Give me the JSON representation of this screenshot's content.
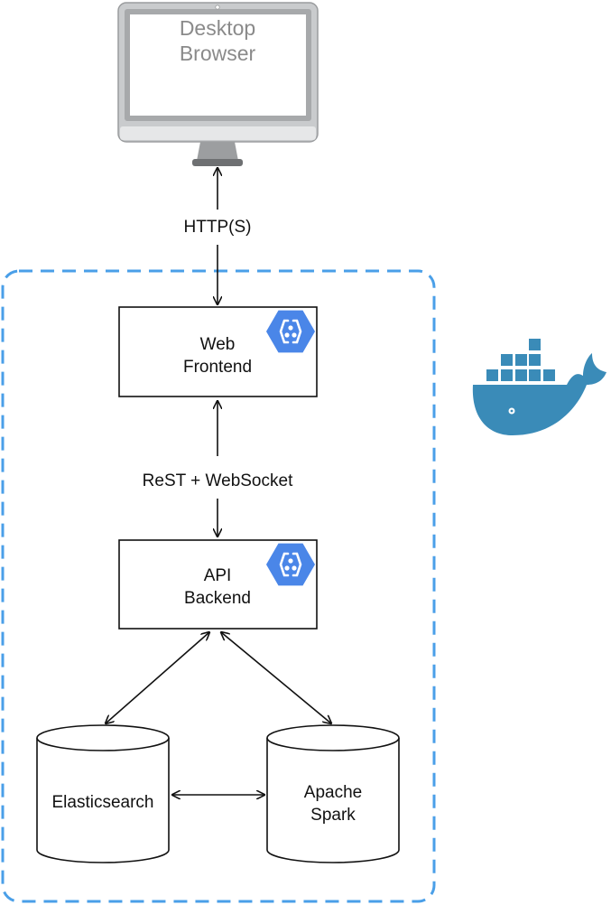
{
  "browser": {
    "line1": "Desktop",
    "line2": "Browser"
  },
  "edges": {
    "browser_frontend": "HTTP(S)",
    "frontend_backend": "ReST + WebSocket"
  },
  "nodes": {
    "frontend": {
      "line1": "Web",
      "line2": "Frontend",
      "icon": "gcp-hexagon-icon"
    },
    "backend": {
      "line1": "API",
      "line2": "Backend",
      "icon": "gcp-hexagon-icon"
    },
    "elasticsearch": {
      "line1": "Elasticsearch"
    },
    "spark": {
      "line1": "Apache",
      "line2": "Spark"
    }
  },
  "container": {
    "icon": "docker-whale-icon",
    "border_color": "#4a9fe8"
  },
  "colors": {
    "docker": "#3a8bb8",
    "gcp": "#4a86e8"
  }
}
